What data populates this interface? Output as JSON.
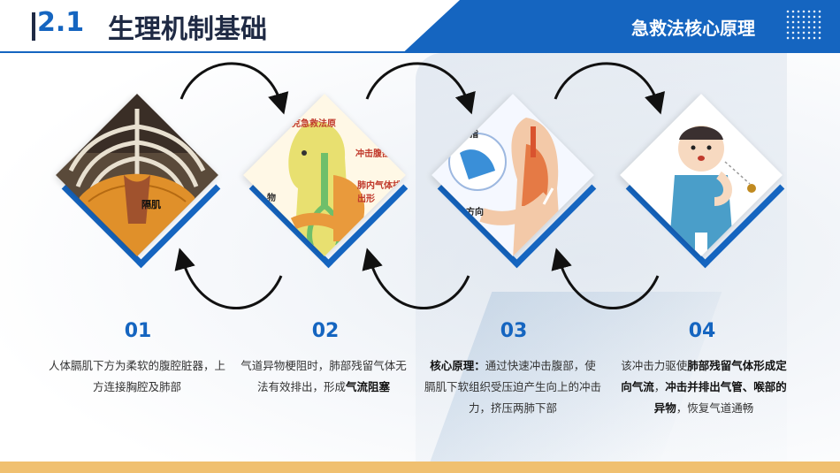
{
  "header": {
    "section_number": "2.1",
    "title": "生理机制基础",
    "right_title": "急救法核心原理"
  },
  "steps": [
    {
      "number": "01",
      "image_label": "隔肌",
      "desc_plain_1": "人体膈肌下方为柔软的腹腔脏器，上方连接胸腔及肺部"
    },
    {
      "number": "02",
      "image_labels": [
        "克急救法原",
        "冲击腹部",
        "肺内气体排出形",
        "物"
      ],
      "desc_plain_1": "气道异物梗阻时，肺部残留气体无法有效排出，形成",
      "desc_bold_1": "气流阻塞"
    },
    {
      "number": "03",
      "image_labels": [
        "两指",
        "方向"
      ],
      "desc_bold_1": "核心原理：",
      "desc_plain_1": "通过快速冲击腹部，使膈肌下软组织受压迫产生向上的冲击力，挤压两肺下部"
    },
    {
      "number": "04",
      "desc_plain_1": "该冲击力驱使",
      "desc_bold_1": "肺部残留气体形成定向气流",
      "desc_plain_2": "，",
      "desc_bold_2": "冲击并排出气管、喉部的异物",
      "desc_plain_3": "，恢复气道通畅"
    }
  ],
  "colors": {
    "primary": "#1565c0",
    "dark": "#1f2a44",
    "accent_bar": "#f0c070"
  }
}
